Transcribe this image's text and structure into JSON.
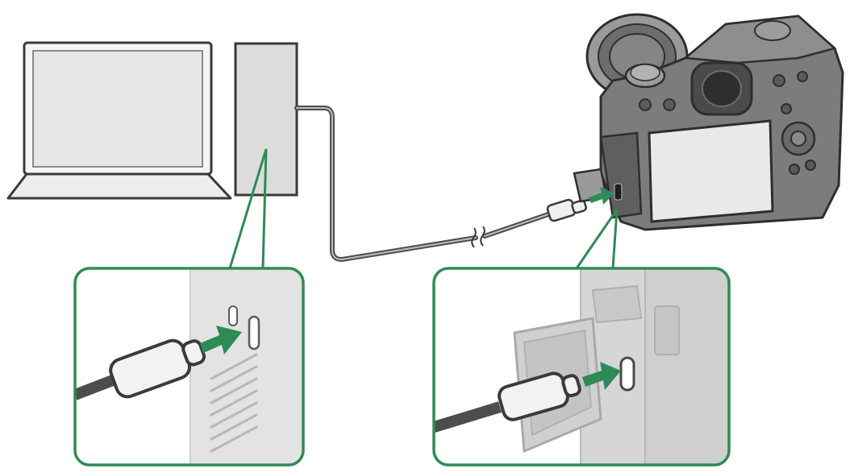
{
  "diagram": {
    "type": "connection-illustration",
    "colors": {
      "callout_border": "#2f8a55",
      "arrow": "#2e8b57",
      "outline": "#3a3a3a",
      "screen": "#e6e6e6",
      "device_fill": "#dedede",
      "camera_body": "#7c7c7c",
      "camera_dark": "#4a4a4a",
      "cable": "#555555"
    },
    "items": [
      {
        "id": "laptop",
        "icon": "laptop-icon"
      },
      {
        "id": "computer-tower",
        "icon": "computer-tower-icon"
      },
      {
        "id": "usb-cable",
        "icon": "usb-cable-icon"
      },
      {
        "id": "camera",
        "icon": "mirrorless-camera-icon"
      },
      {
        "id": "computer-port-detail",
        "icon": "usb-c-port-zoom-icon"
      },
      {
        "id": "camera-port-detail",
        "icon": "usb-c-port-zoom-icon"
      }
    ]
  }
}
